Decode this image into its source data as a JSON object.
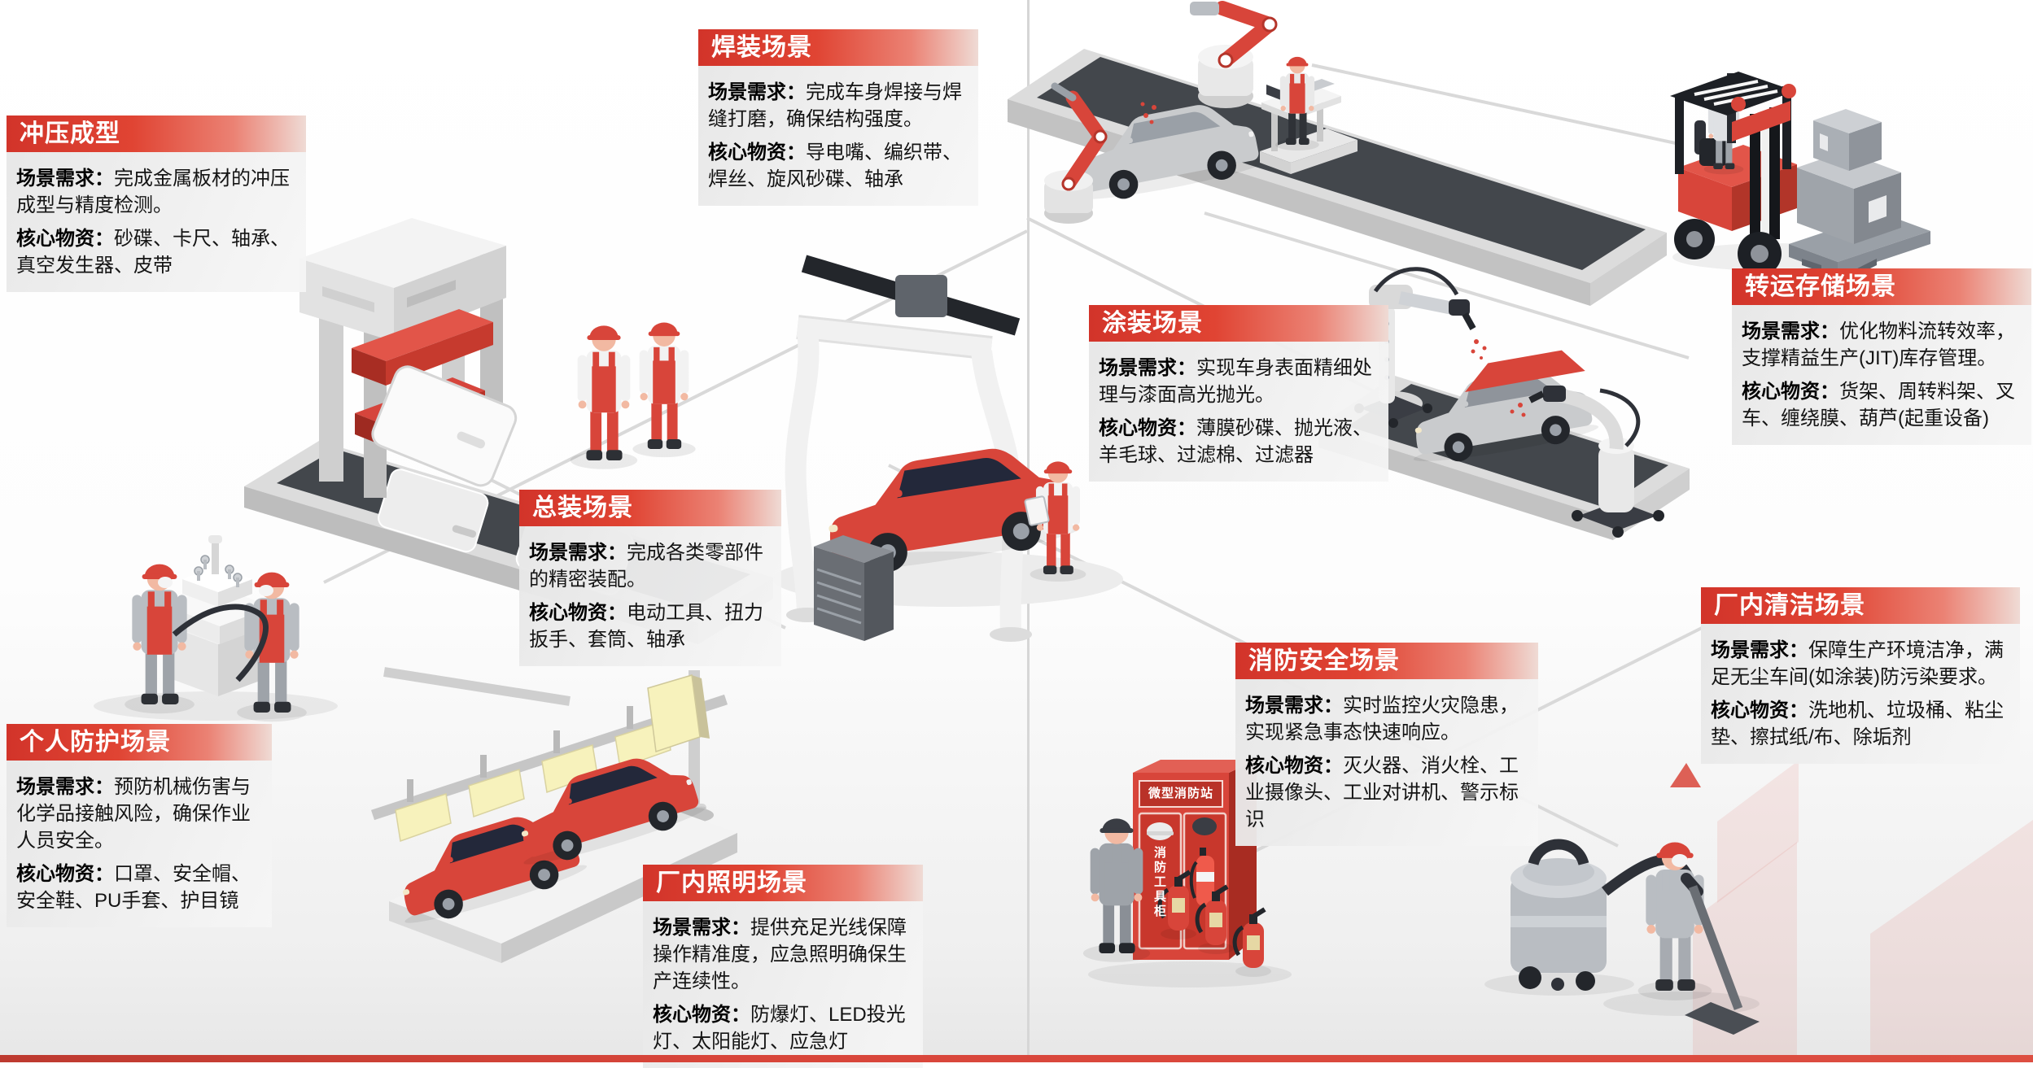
{
  "labels": {
    "need": "场景需求：",
    "supplies": "核心物资："
  },
  "scenes": [
    {
      "id": "stamping",
      "title": "冲压成型",
      "need": "完成金属板材的冲压成型与精度检测。",
      "supplies": "砂碟、卡尺、轴承、真空发生器、皮带"
    },
    {
      "id": "welding",
      "title": "焊装场景",
      "need": "完成车身焊接与焊缝打磨，确保结构强度。",
      "supplies": "导电嘴、编织带、焊丝、旋风砂碟、轴承"
    },
    {
      "id": "assembly",
      "title": "总装场景",
      "need": "完成各类零部件的精密装配。",
      "supplies": "电动工具、扭力扳手、套筒、轴承"
    },
    {
      "id": "painting",
      "title": "涂装场景",
      "need": "实现车身表面精细处理与漆面高光抛光。",
      "supplies": "薄膜砂碟、抛光液、羊毛球、过滤棉、过滤器"
    },
    {
      "id": "transfer-storage",
      "title": "转运存储场景",
      "need": "优化物料流转效率，支撑精益生产(JIT)库存管理。",
      "supplies": "货架、周转料架、叉车、缠绕膜、葫芦(起重设备)"
    },
    {
      "id": "personal-protection",
      "title": "个人防护场景",
      "need": "预防机械伤害与化学品接触风险，确保作业人员安全。",
      "supplies": "口罩、安全帽、安全鞋、PU手套、护目镜"
    },
    {
      "id": "factory-lighting",
      "title": "厂内照明场景",
      "need": "提供充足光线保障操作精准度，应急照明确保生产连续性。",
      "supplies": "防爆灯、LED投光灯、太阳能灯、应急灯"
    },
    {
      "id": "fire-safety",
      "title": "消防安全场景",
      "need": "实时监控火灾隐患，实现紧急事态快速响应。",
      "supplies": "灭火器、消火栓、工业摄像头、工业对讲机、警示标识"
    },
    {
      "id": "factory-cleaning",
      "title": "厂内清洁场景",
      "need": "保障生产环境洁净，满足无尘车间(如涂装)防污染要求。",
      "supplies": "洗地机、垃圾桶、粘尘垫、擦拭纸/布、除垢剂"
    }
  ],
  "fire_cabinet": {
    "sign": "微型消防站",
    "door_label": "消防工具柜"
  },
  "colors": {
    "accent_red": "#d8453a",
    "title_bar_red": "#d5352a",
    "card_body_gray": "#e9e9e9",
    "connector_gray": "#d9d9d9",
    "belt_dark": "#43474c",
    "lamp_yellow": "#f7f2bc",
    "watermark_pink": "rgba(216,69,58,0.10)",
    "bottom_bar_red": "#d8453a"
  }
}
